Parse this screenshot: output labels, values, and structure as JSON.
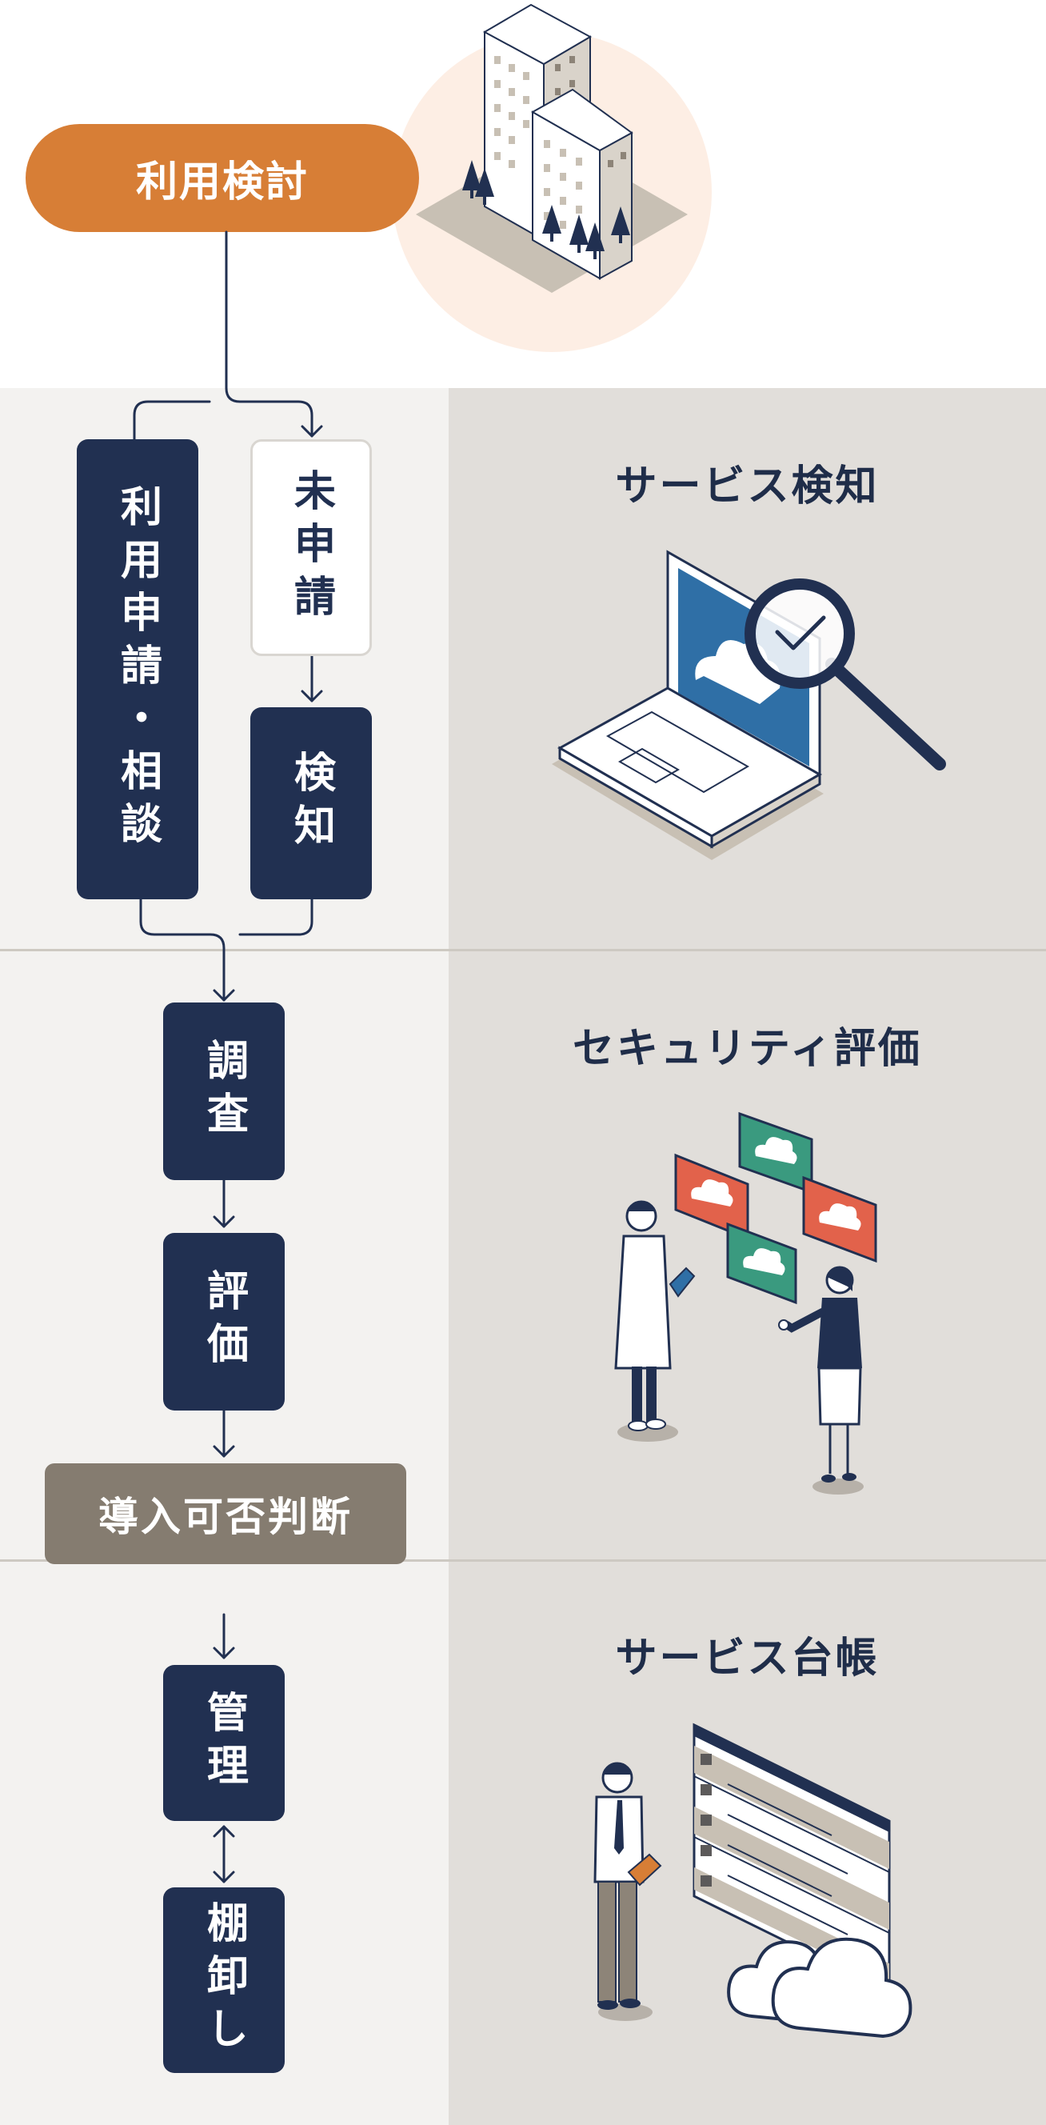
{
  "flow": {
    "start": "利用検討",
    "apply": "利用申請・相談",
    "unapplied": "未申請",
    "detect": "検知",
    "investigate": "調査",
    "evaluate": "評価",
    "decision": "導入可否判断",
    "manage": "管理",
    "inventory": "棚卸し"
  },
  "sections": {
    "detection_title": "サービス検知",
    "security_title": "セキュリティ評価",
    "ledger_title": "サービス台帳"
  },
  "colors": {
    "navy": "#213051",
    "orange": "#d77e36",
    "taupe": "#857c70",
    "left_band": "#f3f2f0",
    "right_band": "#e1deda",
    "green_card": "#3a9a7f",
    "red_card": "#e2624b"
  }
}
